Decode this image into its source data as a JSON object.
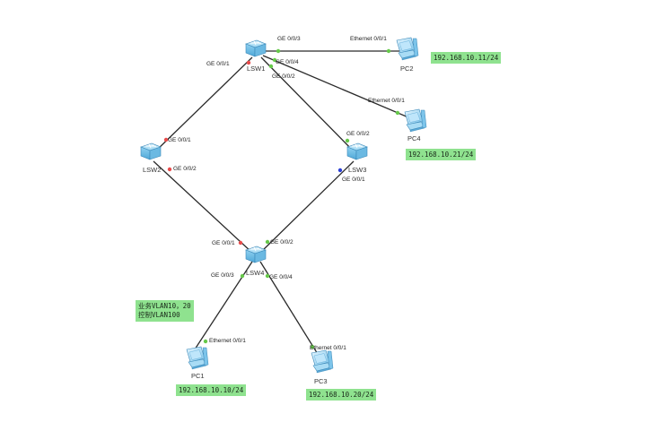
{
  "devices": {
    "lsw1": {
      "label": "LSW1",
      "type": "switch"
    },
    "lsw2": {
      "label": "LSW2",
      "type": "switch"
    },
    "lsw3": {
      "label": "LSW3",
      "type": "switch"
    },
    "lsw4": {
      "label": "LSW4",
      "type": "switch"
    },
    "pc1": {
      "label": "PC1",
      "type": "pc",
      "ip": "192.168.10.10/24"
    },
    "pc2": {
      "label": "PC2",
      "type": "pc",
      "ip": "192.168.10.11/24"
    },
    "pc3": {
      "label": "PC3",
      "type": "pc",
      "ip": "192.168.10.20/24"
    },
    "pc4": {
      "label": "PC4",
      "type": "pc",
      "ip": "192.168.10.21/24"
    }
  },
  "links": [
    {
      "from": "lsw1",
      "to": "lsw2",
      "from_port": "GE 0/0/1",
      "to_port": "GE 0/0/1"
    },
    {
      "from": "lsw1",
      "to": "lsw3",
      "from_port": "GE 0/0/2",
      "to_port": "GE 0/0/2"
    },
    {
      "from": "lsw1",
      "to": "pc2",
      "from_port": "GE 0/0/3",
      "to_port": "Ethernet 0/0/1"
    },
    {
      "from": "lsw1",
      "to": "pc4",
      "from_port": "GE 0/0/4",
      "to_port": "Ethernet 0/0/1"
    },
    {
      "from": "lsw2",
      "to": "lsw4",
      "from_port": "GE 0/0/2",
      "to_port": "GE 0/0/1"
    },
    {
      "from": "lsw3",
      "to": "lsw4",
      "from_port": "GE 0/0/1",
      "to_port": "GE 0/0/2"
    },
    {
      "from": "lsw4",
      "to": "pc1",
      "from_port": "GE 0/0/3",
      "to_port": "Ethernet 0/0/1"
    },
    {
      "from": "lsw4",
      "to": "pc3",
      "from_port": "GE 0/0/4",
      "to_port": "Ethernet 0/0/1"
    }
  ],
  "note": {
    "line1": "业务VLAN10，20",
    "line2": "控制VLAN100"
  },
  "colors": {
    "link": "#2a2a2a",
    "port_up": "#66c94a",
    "port_down": "#e84b4b",
    "port_blocked": "#2b3fd6",
    "ip_box": "#8fe28f",
    "switch_body": "#7ec8ee"
  }
}
